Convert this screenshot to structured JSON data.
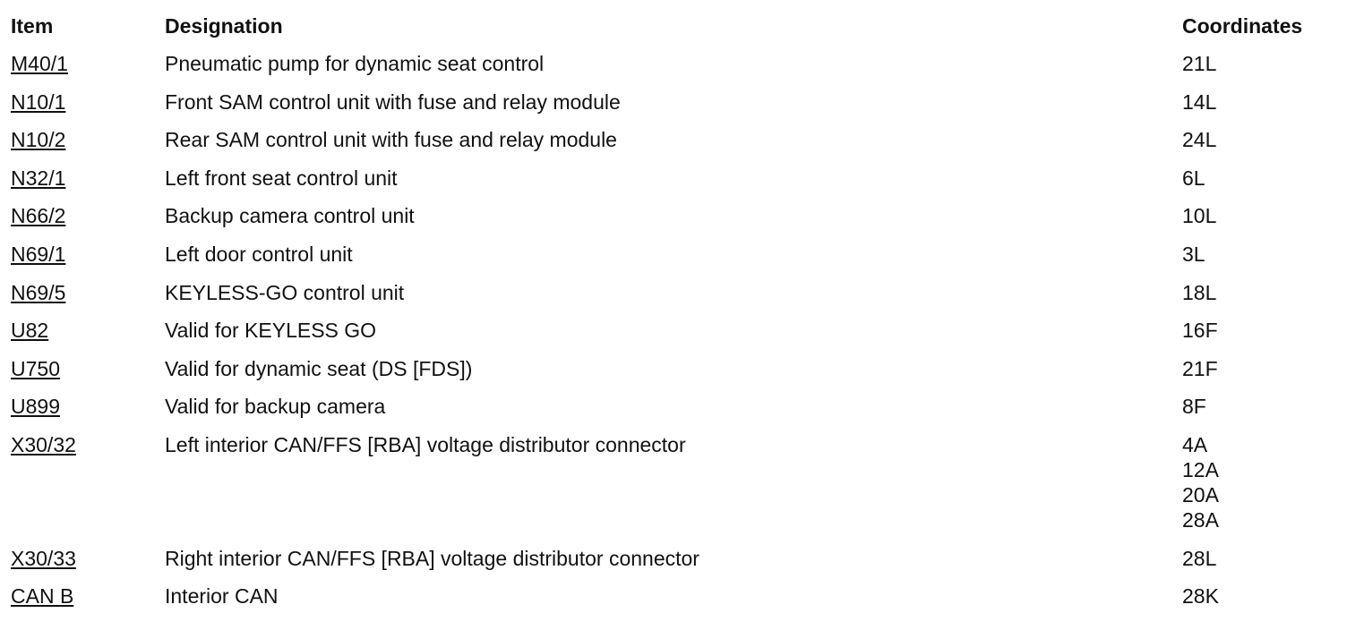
{
  "headers": {
    "item": "Item",
    "designation": "Designation",
    "coordinates": "Coordinates"
  },
  "rows": [
    {
      "item": "M40/1",
      "designation": "Pneumatic pump for dynamic seat control",
      "coordinates": [
        "21L"
      ]
    },
    {
      "item": "N10/1",
      "designation": "Front SAM control unit with fuse and relay module",
      "coordinates": [
        "14L"
      ]
    },
    {
      "item": "N10/2",
      "designation": "Rear SAM control unit with fuse and relay module",
      "coordinates": [
        "24L"
      ]
    },
    {
      "item": "N32/1",
      "designation": "Left front seat control unit",
      "coordinates": [
        "6L"
      ]
    },
    {
      "item": "N66/2",
      "designation": "Backup camera control unit",
      "coordinates": [
        "10L"
      ]
    },
    {
      "item": "N69/1",
      "designation": "Left door control unit",
      "coordinates": [
        "3L"
      ]
    },
    {
      "item": "N69/5",
      "designation": "KEYLESS-GO control unit",
      "coordinates": [
        "18L"
      ]
    },
    {
      "item": "U82",
      "designation": "Valid for KEYLESS GO",
      "coordinates": [
        "16F"
      ]
    },
    {
      "item": "U750",
      "designation": "Valid for dynamic seat (DS [FDS])",
      "coordinates": [
        "21F"
      ]
    },
    {
      "item": "U899",
      "designation": "Valid for backup camera",
      "coordinates": [
        "8F"
      ]
    },
    {
      "item": "X30/32",
      "designation": "Left interior CAN/FFS [RBA] voltage distributor connector",
      "coordinates": [
        "4A",
        "12A",
        "20A",
        "28A"
      ]
    },
    {
      "item": "X30/33",
      "designation": "Right interior CAN/FFS [RBA] voltage distributor connector",
      "coordinates": [
        "28L"
      ]
    },
    {
      "item": "CAN B",
      "designation": "Interior CAN",
      "coordinates": [
        "28K"
      ]
    }
  ]
}
